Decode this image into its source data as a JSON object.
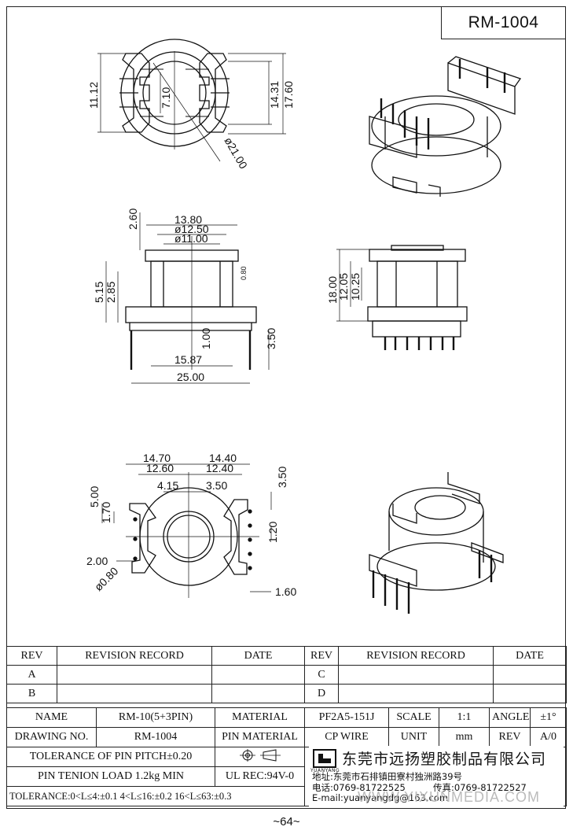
{
  "header": {
    "part_number": "RM-1004"
  },
  "dimensions": {
    "top_view": [
      "11.12",
      "7.10",
      "14.31",
      "17.60",
      "ø21.00"
    ],
    "front_view": [
      "13.80",
      "ø12.50",
      "ø11.00",
      "2.60",
      "5.15",
      "2.85",
      "0.80",
      "1.00",
      "3.50",
      "15.87",
      "25.00"
    ],
    "side_view": [
      "18.00",
      "12.05",
      "10.25"
    ],
    "bottom_view": [
      "14.70",
      "14.40",
      "12.60",
      "12.40",
      "4.15",
      "3.50",
      "5.00",
      "1.70",
      "3.50",
      "1.20",
      "2.00",
      "ø0.80",
      "1.60"
    ]
  },
  "revision_table": {
    "headers": [
      "REV",
      "REVISION RECORD",
      "DATE",
      "REV",
      "REVISION RECORD",
      "DATE"
    ],
    "rows": [
      [
        "A",
        "",
        "",
        "C",
        "",
        ""
      ],
      [
        "B",
        "",
        "",
        "D",
        "",
        ""
      ]
    ]
  },
  "spec_table": {
    "name_label": "NAME",
    "name_value": "RM-10(5+3PIN)",
    "material_label": "MATERIAL",
    "material_value": "PF2A5-151J",
    "scale_label": "SCALE",
    "scale_value": "1:1",
    "angle_label": "ANGLE",
    "angle_value": "±1°",
    "drawing_no_label": "DRAWING NO.",
    "drawing_no_value": "RM-1004",
    "pin_material_label": "PIN MATERIAL",
    "pin_material_value": "CP WIRE",
    "unit_label": "UNIT",
    "unit_value": "mm",
    "rev_label": "REV",
    "rev_value": "A/0",
    "pin_pitch_tolerance": "TOLERANCE OF PIN PITCH±0.20",
    "pin_tension": "PIN TENION LOAD 1.2kg MIN",
    "ul_rec": "UL REC:94V-0",
    "tolerance": "TOLERANCE:0<L≤4:±0.1  4<L≤16:±0.2  16<L≤63:±0.3"
  },
  "company": {
    "logo_text": "YUANYANG",
    "name": "东莞市远扬塑胶制品有限公司",
    "address": "地址:东莞市石排镇田寮村独洲路39号",
    "phone": "电话:0769-81722525",
    "fax": "传真:0769-81722527",
    "email": "E-mail:yuanyangdg@163.com"
  },
  "watermark": "WWW.YIXUNMEDIA.COM",
  "page_number": "~64~"
}
